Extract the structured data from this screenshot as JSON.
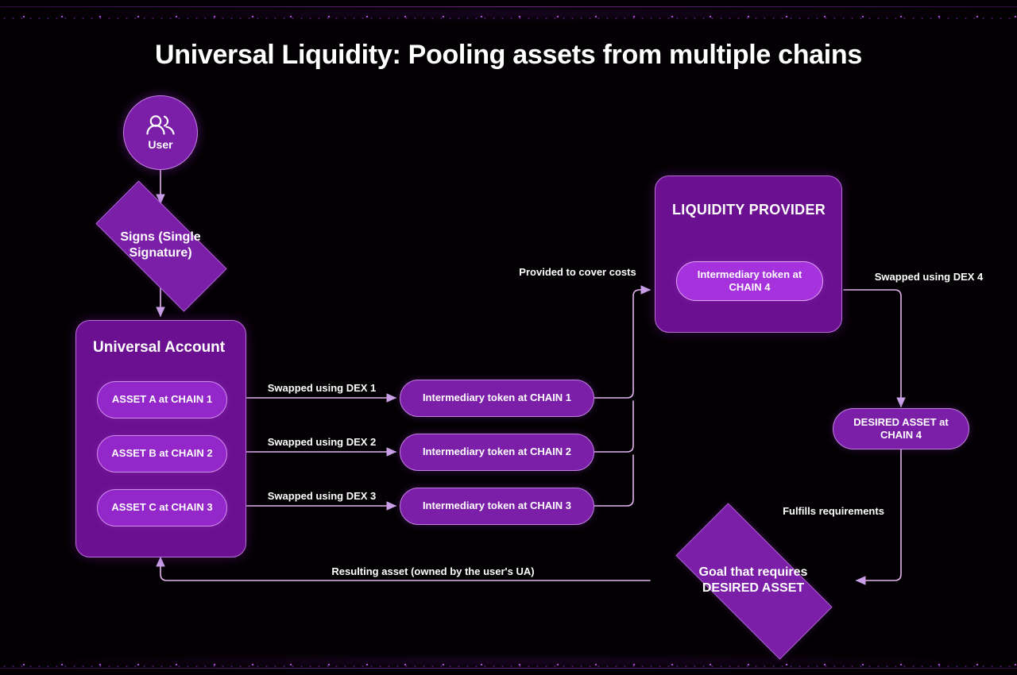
{
  "title": "Universal Liquidity: Pooling assets from multiple chains",
  "colors": {
    "background": "#030003",
    "node_fill": "#7b1fa8",
    "node_stroke": "#c27fe0",
    "panel_fill": "#6b1090",
    "panel_stroke": "#b96fd8",
    "pill_fill": "#9327c9",
    "pill_bright_fill": "#a532dd",
    "pill_stroke": "#cf8fe8",
    "wire": "#e3b4ef",
    "arrow": "#c9a0e8",
    "text": "#ffffff"
  },
  "nodes": {
    "user": {
      "label": "User",
      "icon": "users-icon"
    },
    "signs": {
      "label": "Signs (Single\nSignature)",
      "line1": "Signs (Single",
      "line2": "Signature)"
    },
    "universal_account": {
      "title": "Universal Account",
      "assets": [
        {
          "label": "ASSET A at CHAIN 1"
        },
        {
          "label": "ASSET B at CHAIN 2"
        },
        {
          "label": "ASSET C at CHAIN 3"
        }
      ]
    },
    "intermediary_tokens": [
      {
        "label": "Intermediary token at CHAIN 1"
      },
      {
        "label": "Intermediary token at CHAIN 2"
      },
      {
        "label": "Intermediary token at CHAIN 3"
      }
    ],
    "liquidity_provider": {
      "title": "LIQUIDITY PROVIDER",
      "token_line1": "Intermediary token at",
      "token_line2": "CHAIN 4"
    },
    "desired_asset": {
      "line1": "DESIRED ASSET at",
      "line2": "CHAIN 4"
    },
    "goal": {
      "line1": "Goal that requires",
      "line2": "DESIRED ASSET"
    }
  },
  "edge_labels": {
    "dex1": "Swapped using DEX 1",
    "dex2": "Swapped using DEX 2",
    "dex3": "Swapped using DEX 3",
    "dex4": "Swapped using DEX 4",
    "cover_costs": "Provided to cover costs",
    "fulfills": "Fulfills requirements",
    "resulting_asset": "Resulting asset (owned by the user's UA)"
  }
}
